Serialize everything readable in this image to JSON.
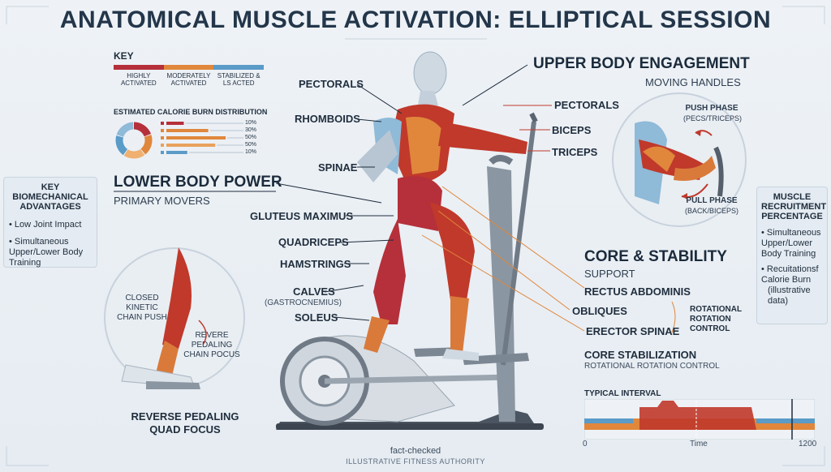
{
  "title": "ANATOMICAL MUSCLE ACTIVATION: ELLIPTICAL SESSION",
  "key": {
    "heading": "KEY",
    "items": [
      {
        "label": "HIGHLY ACTIVATED",
        "color": "#b5303a"
      },
      {
        "label": "MODERATELY ACTIVATED",
        "color": "#e0873c"
      },
      {
        "label": "STABILIZED & LS ACTED",
        "color": "#5a9bc8"
      }
    ]
  },
  "calorie": {
    "heading": "ESTIMATED CALORIE BURN DISTRIBUTION",
    "percents": [
      "10%",
      "30%",
      "50%",
      "50%",
      "10%"
    ],
    "bar_colors": [
      "#b5303a",
      "#e0873c",
      "#e0873c",
      "#e8a25c",
      "#5a9bc8"
    ],
    "bar_levels": [
      0.25,
      0.6,
      0.85,
      0.7,
      0.3
    ],
    "donut_colors": [
      "#b5303a",
      "#e0873c",
      "#f0b070",
      "#5a9bc8",
      "#8fbad8"
    ]
  },
  "biomech": {
    "title": "KEY BIOMECHANICAL ADVANTAGES",
    "items": [
      "• Low Joint Impact",
      "• Simultaneous Upper/Lower Body Training"
    ]
  },
  "recruit": {
    "title": "MUSCLE RECRUITMENT PERCENTAGE",
    "items": [
      "• Simultaneous Upper/Lower Body Training",
      "• Recuitationsf Calorie Burn",
      "(illustrative data)"
    ]
  },
  "upper": {
    "heading": "UPPER BODY ENGAGEMENT",
    "sub": "MOVING HANDLES",
    "pectorals": "PECTORALS",
    "biceps": "BICEPS",
    "triceps": "TRICEPS",
    "push": "PUSH PHASE",
    "push_sub": "(PECS/TRICEPS)",
    "pull": "PULL PHASE",
    "pull_sub": "(BACK/BICEPS)"
  },
  "left_labels": {
    "pectorals": "PECTORALS",
    "rhomboids": "RHOMBOIDS",
    "spinae": "SPINAE",
    "gluteus": "GLUTEUS MAXIMUS",
    "quadriceps": "QUADRICEPS",
    "hamstrings": "HAMSTRINGS",
    "calves": "CALVES",
    "calves_sub": "(GASTROCNEMIUS)",
    "soleus": "SOLEUS"
  },
  "lower": {
    "heading": "LOWER BODY POWER",
    "sub": "PRIMARY MOVERS",
    "closed_chain": "CLOSED KINETIC CHAIN PUSH",
    "revere": "REVERE PEDALING CHAIN POCUS",
    "reverse_focus": "REVERSE PEDALING QUAD FOCUS"
  },
  "core": {
    "heading": "CORE & STABILITY",
    "sub": "SUPPORT",
    "rectus": "RECTUS ABDOMINIS",
    "obliques": "OBLIQUES",
    "erector": "ERECTOR SPINAE",
    "rotational": "ROTATIONAL ROTATION CONTROL",
    "stab": "CORE STABILIZATION",
    "stab_sub": "ROTATIONAL ROTATION CONTROL"
  },
  "interval": {
    "heading": "TYPICAL INTERVAL",
    "x_start": "0",
    "x_label": "Time",
    "x_end": "1200"
  },
  "footer": {
    "line1": "fact-checked",
    "line2": "ILLUSTRATIVE FITNESS AUTHORITY"
  },
  "colors": {
    "muscle_red": "#b5303a",
    "muscle_orange": "#e0873c",
    "stabilizer_blue": "#5a9bc8",
    "machine_gray": "#6f7a86"
  }
}
